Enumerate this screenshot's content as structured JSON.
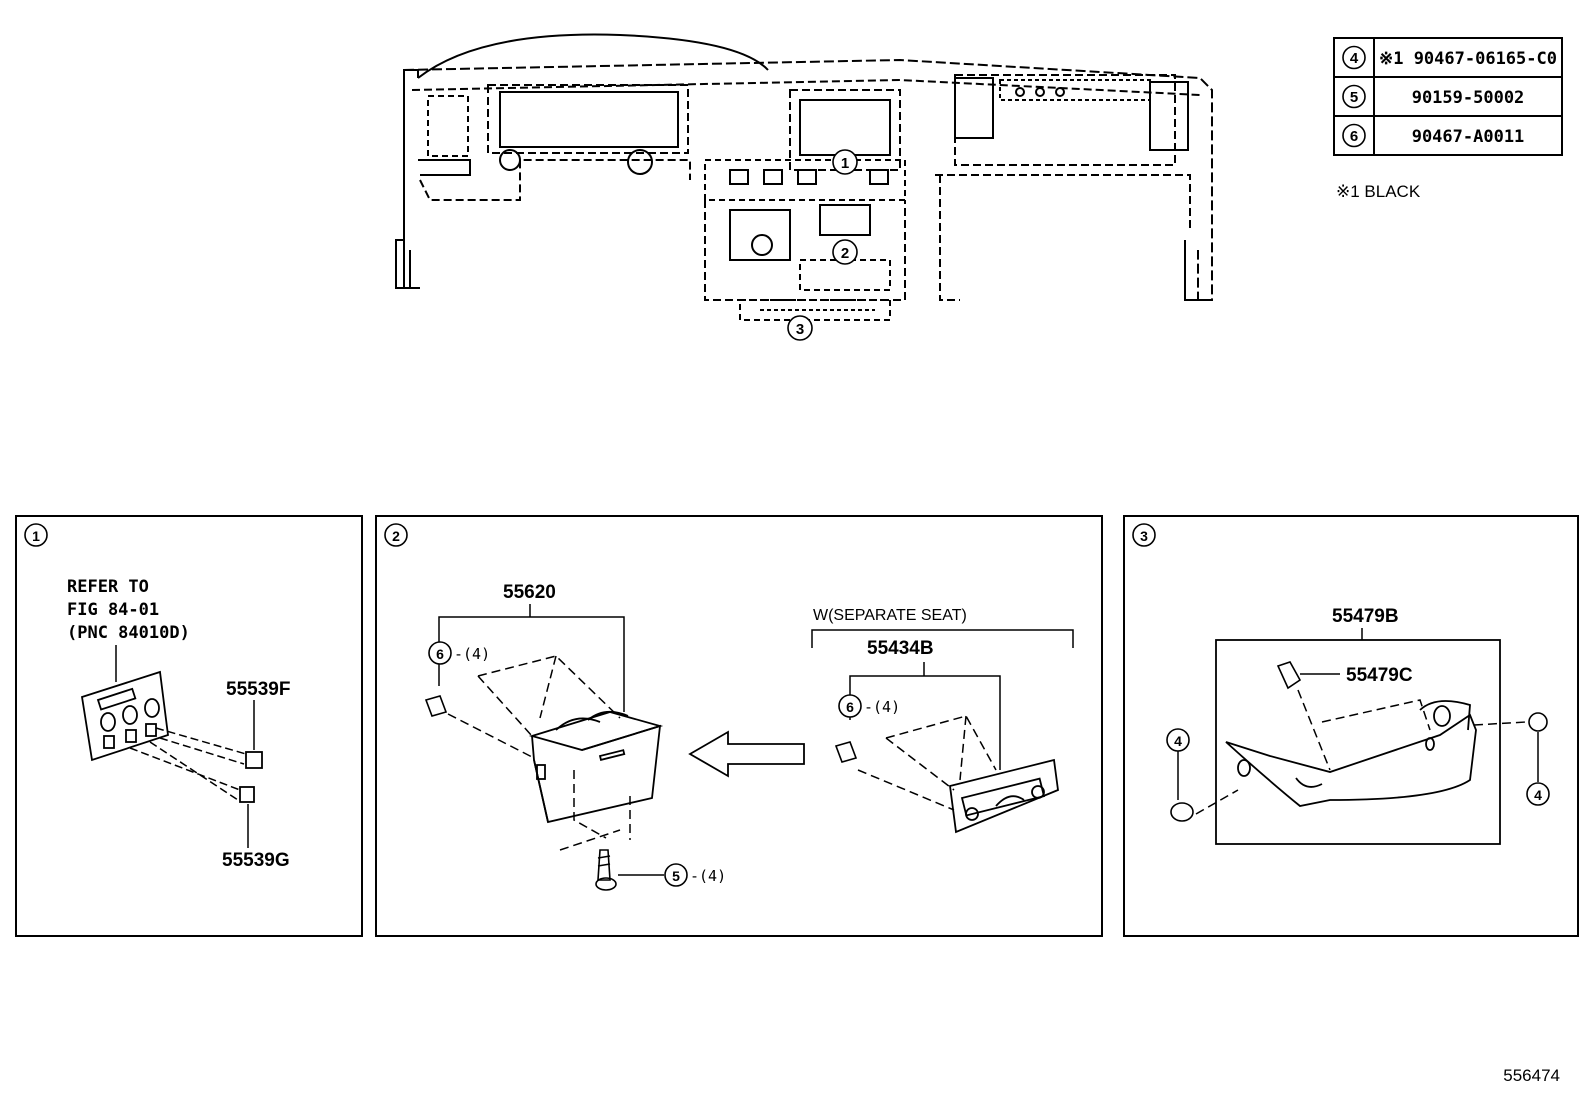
{
  "legend": {
    "rows": [
      {
        "callout": "4",
        "part": "※1 90467-06165-C0"
      },
      {
        "callout": "5",
        "part": "90159-50002"
      },
      {
        "callout": "6",
        "part": "90467-A0011"
      }
    ],
    "note": "※1 BLACK"
  },
  "overview": {
    "callouts": [
      "1",
      "2",
      "3"
    ]
  },
  "panel1": {
    "number": "1",
    "refer_lines": [
      "REFER TO",
      "FIG 84-01",
      "(PNC 84010D)"
    ],
    "part_a": "55539F",
    "part_b": "55539G"
  },
  "panel2": {
    "number": "2",
    "part_main": "55620",
    "clip_callout": "6",
    "clip_qty": "-(4)",
    "screw_callout": "5",
    "screw_qty": "-(4)",
    "variant_label": "W(SEPARATE SEAT)",
    "part_alt": "55434B",
    "alt_clip_callout": "6",
    "alt_clip_qty": "-(4)"
  },
  "panel3": {
    "number": "3",
    "part_main": "55479B",
    "part_clip": "55479C",
    "left_callout": "4",
    "right_callout": "4"
  },
  "figure_id": "556474"
}
